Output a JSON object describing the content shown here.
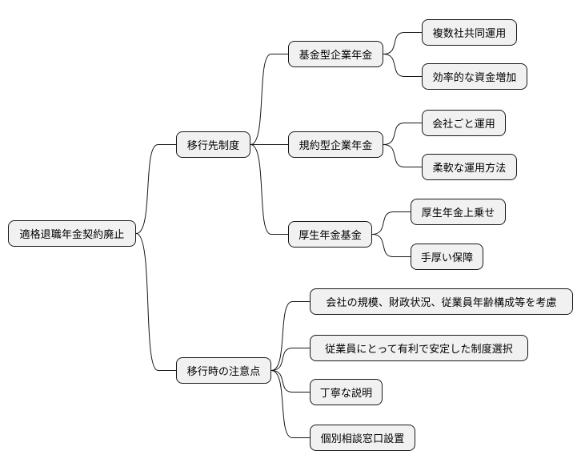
{
  "root": {
    "label": "適格退職年金契約廃止"
  },
  "branches": [
    {
      "label": "移行先制度",
      "children": [
        {
          "label": "基金型企業年金",
          "children": [
            {
              "label": "複数社共同運用"
            },
            {
              "label": "効率的な資金増加"
            }
          ]
        },
        {
          "label": "規約型企業年金",
          "children": [
            {
              "label": "会社ごと運用"
            },
            {
              "label": "柔軟な運用方法"
            }
          ]
        },
        {
          "label": "厚生年金基金",
          "children": [
            {
              "label": "厚生年金上乗せ"
            },
            {
              "label": "手厚い保障"
            }
          ]
        }
      ]
    },
    {
      "label": "移行時の注意点",
      "children": [
        {
          "label": "会社の規模、財政状況、従業員年齢構成等を考慮"
        },
        {
          "label": "従業員にとって有利で安定した制度選択"
        },
        {
          "label": "丁寧な説明"
        },
        {
          "label": "個別相談窓口設置"
        }
      ]
    }
  ]
}
